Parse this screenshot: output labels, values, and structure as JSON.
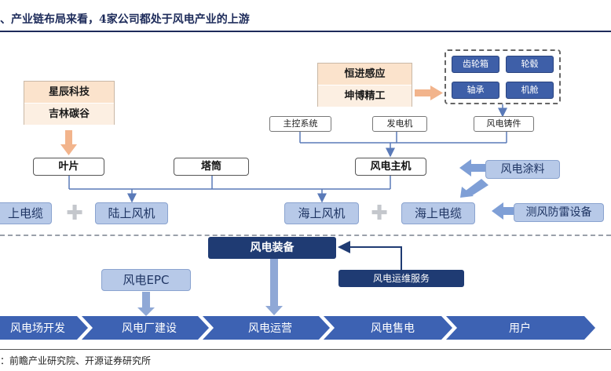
{
  "title": "、产业链布局来看，4家公司都处于风电产业的上游",
  "companies_left": [
    "星辰科技",
    "吉林碳谷"
  ],
  "companies_right": [
    "恒进感应",
    "坤博精工"
  ],
  "components": [
    "齿轮箱",
    "轮毂",
    "轴承",
    "机舱"
  ],
  "sub_parts": {
    "control": "主控系统",
    "generator": "发电机",
    "casting": "风电铸件"
  },
  "assemblies": {
    "blade": "叶片",
    "tower": "塔筒",
    "main_unit": "风电主机"
  },
  "products": {
    "land_cable": "上电缆",
    "land_turbine": "陆上风机",
    "sea_turbine": "海上风机",
    "sea_cable": "海上电缆",
    "coating": "风电涂料",
    "lightning": "测风防雷设备"
  },
  "plus_symbol": "✚",
  "equipment": "风电装备",
  "epc": "风电EPC",
  "om_service": "风电运维服务",
  "chain": [
    "风电场开发",
    "风电厂建设",
    "风电运营",
    "风电售电",
    "用户"
  ],
  "source": "：前瞻产业研究院、开源证券研究所"
}
